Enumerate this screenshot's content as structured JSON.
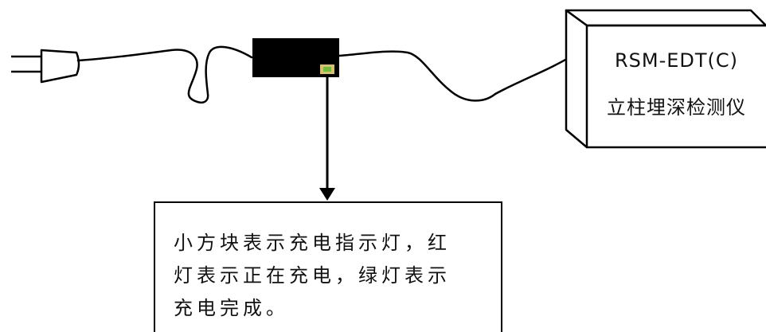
{
  "device": {
    "model": "RSM-EDT(C)",
    "name": "立柱埋深检测仪"
  },
  "charger": {
    "indicator_color": "#6dbf3b"
  },
  "note": {
    "text": "小方块表示充电指示灯，红\n灯表示正在充电，绿灯表示\n充电完成。"
  },
  "colors": {
    "line": "#000000",
    "charger_body": "#000000",
    "indicator_frame": "#d9c16a",
    "indicator_led": "#6dbf3b"
  }
}
